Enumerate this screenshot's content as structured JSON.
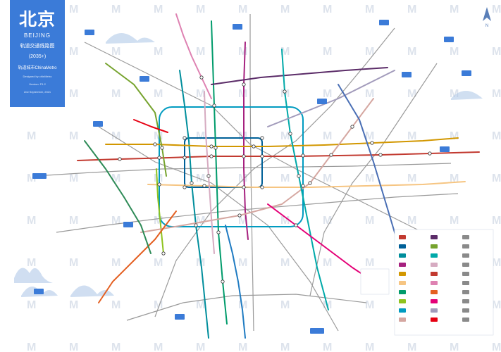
{
  "header": {
    "city_zh": "北京",
    "city_en": "BEIJING",
    "subtitle_zh": "轨道交通线路图",
    "subtitle_year": "(2035+)",
    "brand": "轨道城市ChinaMetro",
    "credit": "Designed by chinMetro",
    "version": "Version: P1.2",
    "date": "2nd September, 2021"
  },
  "compass_label": "N",
  "watermark_char": "M",
  "colors": {
    "panel": "#3b7bd8",
    "mountain": "#aac4e6",
    "line1": "#c23a30",
    "line2": "#006098",
    "line4": "#008e9c",
    "line5": "#a6217f",
    "line6": "#d29700",
    "line7": "#f6c582",
    "line8": "#009b6b",
    "line9": "#8fc31f",
    "line10": "#009bc0",
    "line14": "#d5a7a1",
    "line15": "#5b2c68",
    "line16": "#76a32e",
    "line17": "#00a9a9",
    "line19": "#d6abc1",
    "batong": "#c23a30",
    "changping": "#de82b2",
    "fangshan": "#e46022",
    "yizhuang": "#e40077",
    "airport": "#a29bbb",
    "xijiao": "#e60012",
    "regional": "#8a8a8a"
  }
}
